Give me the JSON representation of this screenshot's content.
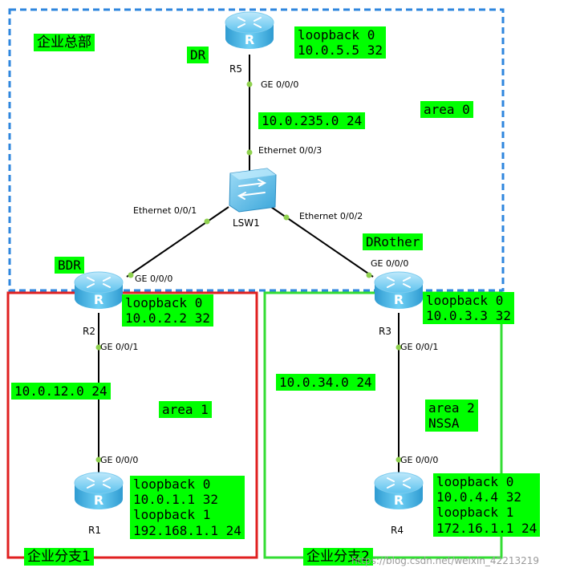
{
  "colors": {
    "area0_border": "#2e86de",
    "area1_border": "#e02020",
    "area2_border": "#33dd33",
    "label_bg": "#00ff00",
    "router_fill": "#4fb8e8",
    "dot": "#8fd14f"
  },
  "areas": {
    "hq": {
      "name": "企业总部",
      "area": "area 0"
    },
    "branch1": {
      "name": "企业分支1",
      "area": "area 1"
    },
    "branch2": {
      "name": "企业分支2",
      "area": "area 2\nNSSA"
    }
  },
  "routers": {
    "r5": {
      "name": "R5",
      "role": "DR",
      "loopback": "loopback 0\n10.0.5.5 32",
      "icon": "router-icon"
    },
    "r2": {
      "name": "R2",
      "role": "BDR",
      "loopback": "loopback 0\n10.0.2.2 32",
      "icon": "router-icon"
    },
    "r3": {
      "name": "R3",
      "role": "DRother",
      "loopback": "loopback 0\n10.0.3.3 32",
      "icon": "router-icon"
    },
    "r1": {
      "name": "R1",
      "loopback": "loopback 0\n10.0.1.1 32\nloopback 1\n192.168.1.1 24",
      "icon": "router-icon"
    },
    "r4": {
      "name": "R4",
      "loopback": "loopback 0\n10.0.4.4 32\nloopback 1\n172.16.1.1 24",
      "icon": "router-icon"
    }
  },
  "switch": {
    "name": "LSW1",
    "icon": "switch-icon"
  },
  "networks": {
    "hq_lan": "10.0.235.0 24",
    "r1r2": "10.0.12.0 24",
    "r3r4": "10.0.34.0 24"
  },
  "ports": {
    "r5_ge": "GE 0/0/0",
    "sw_e3": "Ethernet 0/0/3",
    "sw_e1": "Ethernet 0/0/1",
    "sw_e2": "Ethernet 0/0/2",
    "r2_ge0": "GE 0/0/0",
    "r2_ge1": "GE 0/0/1",
    "r1_ge0": "GE 0/0/0",
    "r3_ge0": "GE 0/0/0",
    "r3_ge1": "GE 0/0/1",
    "r4_ge0": "GE 0/0/0"
  },
  "watermark": "https://blog.csdn.net/weixin_42213219"
}
